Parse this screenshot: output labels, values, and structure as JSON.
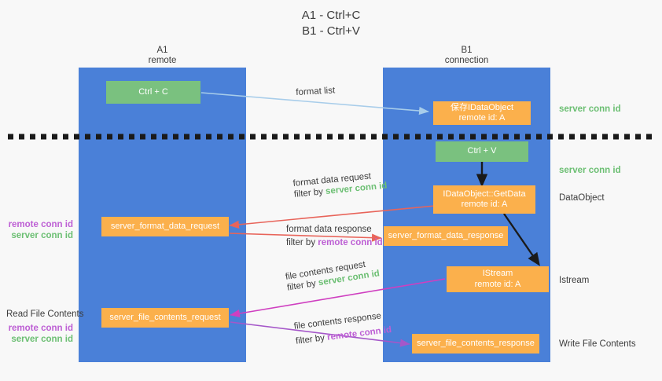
{
  "title": {
    "line1": "A1 - Ctrl+C",
    "line2": "B1 - Ctrl+V"
  },
  "colors": {
    "column": "#4a80d8",
    "green_box": "#7ac17f",
    "orange_box": "#fbb04c",
    "green_text": "#6cbf73",
    "purple_text": "#bd5fd4",
    "blue_arrow": "#a8cdea",
    "red_arrow": "#e8645a",
    "magenta_arrow": "#cf3fc0",
    "purple_arrow": "#a557c9",
    "black_arrow": "#1a1a1a",
    "background": "#f8f8f8"
  },
  "columns": [
    {
      "name": "A1",
      "sub": "remote"
    },
    {
      "name": "B1",
      "sub": "connection"
    }
  ],
  "boxes": {
    "ctrl_c": {
      "line1": "Ctrl + C"
    },
    "save_dataobject": {
      "line1": "保存IDataObject",
      "line2": "remote id: A"
    },
    "ctrl_v": {
      "line1": "Ctrl + V"
    },
    "getdata": {
      "line1": "IDataObject::GetData",
      "line2": "remote id: A"
    },
    "format_data_request": {
      "line1": "server_format_data_request"
    },
    "format_data_response": {
      "line1": "server_format_data_response"
    },
    "istream": {
      "line1": "IStream",
      "line2": "remote id: A"
    },
    "file_contents_request": {
      "line1": "server_file_contents_request"
    },
    "file_contents_response": {
      "line1": "server_file_contents_response"
    }
  },
  "arrow_labels": {
    "format_list": "format list",
    "format_data_request_l1": "format data request",
    "format_data_request_filter_prefix": "filter by ",
    "format_data_request_filter_value": "server conn id",
    "format_data_response_l1": "format data response",
    "format_data_response_filter_prefix": "filter by ",
    "format_data_response_filter_value": "remote conn id",
    "file_contents_request_l1": "file contents request",
    "file_contents_request_filter_prefix": "filter by ",
    "file_contents_request_filter_value": "server conn id",
    "file_contents_response_l1": "file contents response",
    "file_contents_response_filter_prefix": "filter by ",
    "file_contents_response_filter_value": "remote conn id"
  },
  "right_labels": {
    "server_conn_id_top": "server conn id",
    "server_conn_id_second": "server conn id",
    "dataobject": "DataObject",
    "istream": "Istream",
    "write_file_contents": "Write File Contents"
  },
  "left_labels": {
    "remote_conn_id_1": "remote conn id",
    "server_conn_id_1": "server conn id",
    "read_file_contents": "Read File Contents",
    "remote_conn_id_2": "remote conn id",
    "server_conn_id_2": "server conn id"
  }
}
